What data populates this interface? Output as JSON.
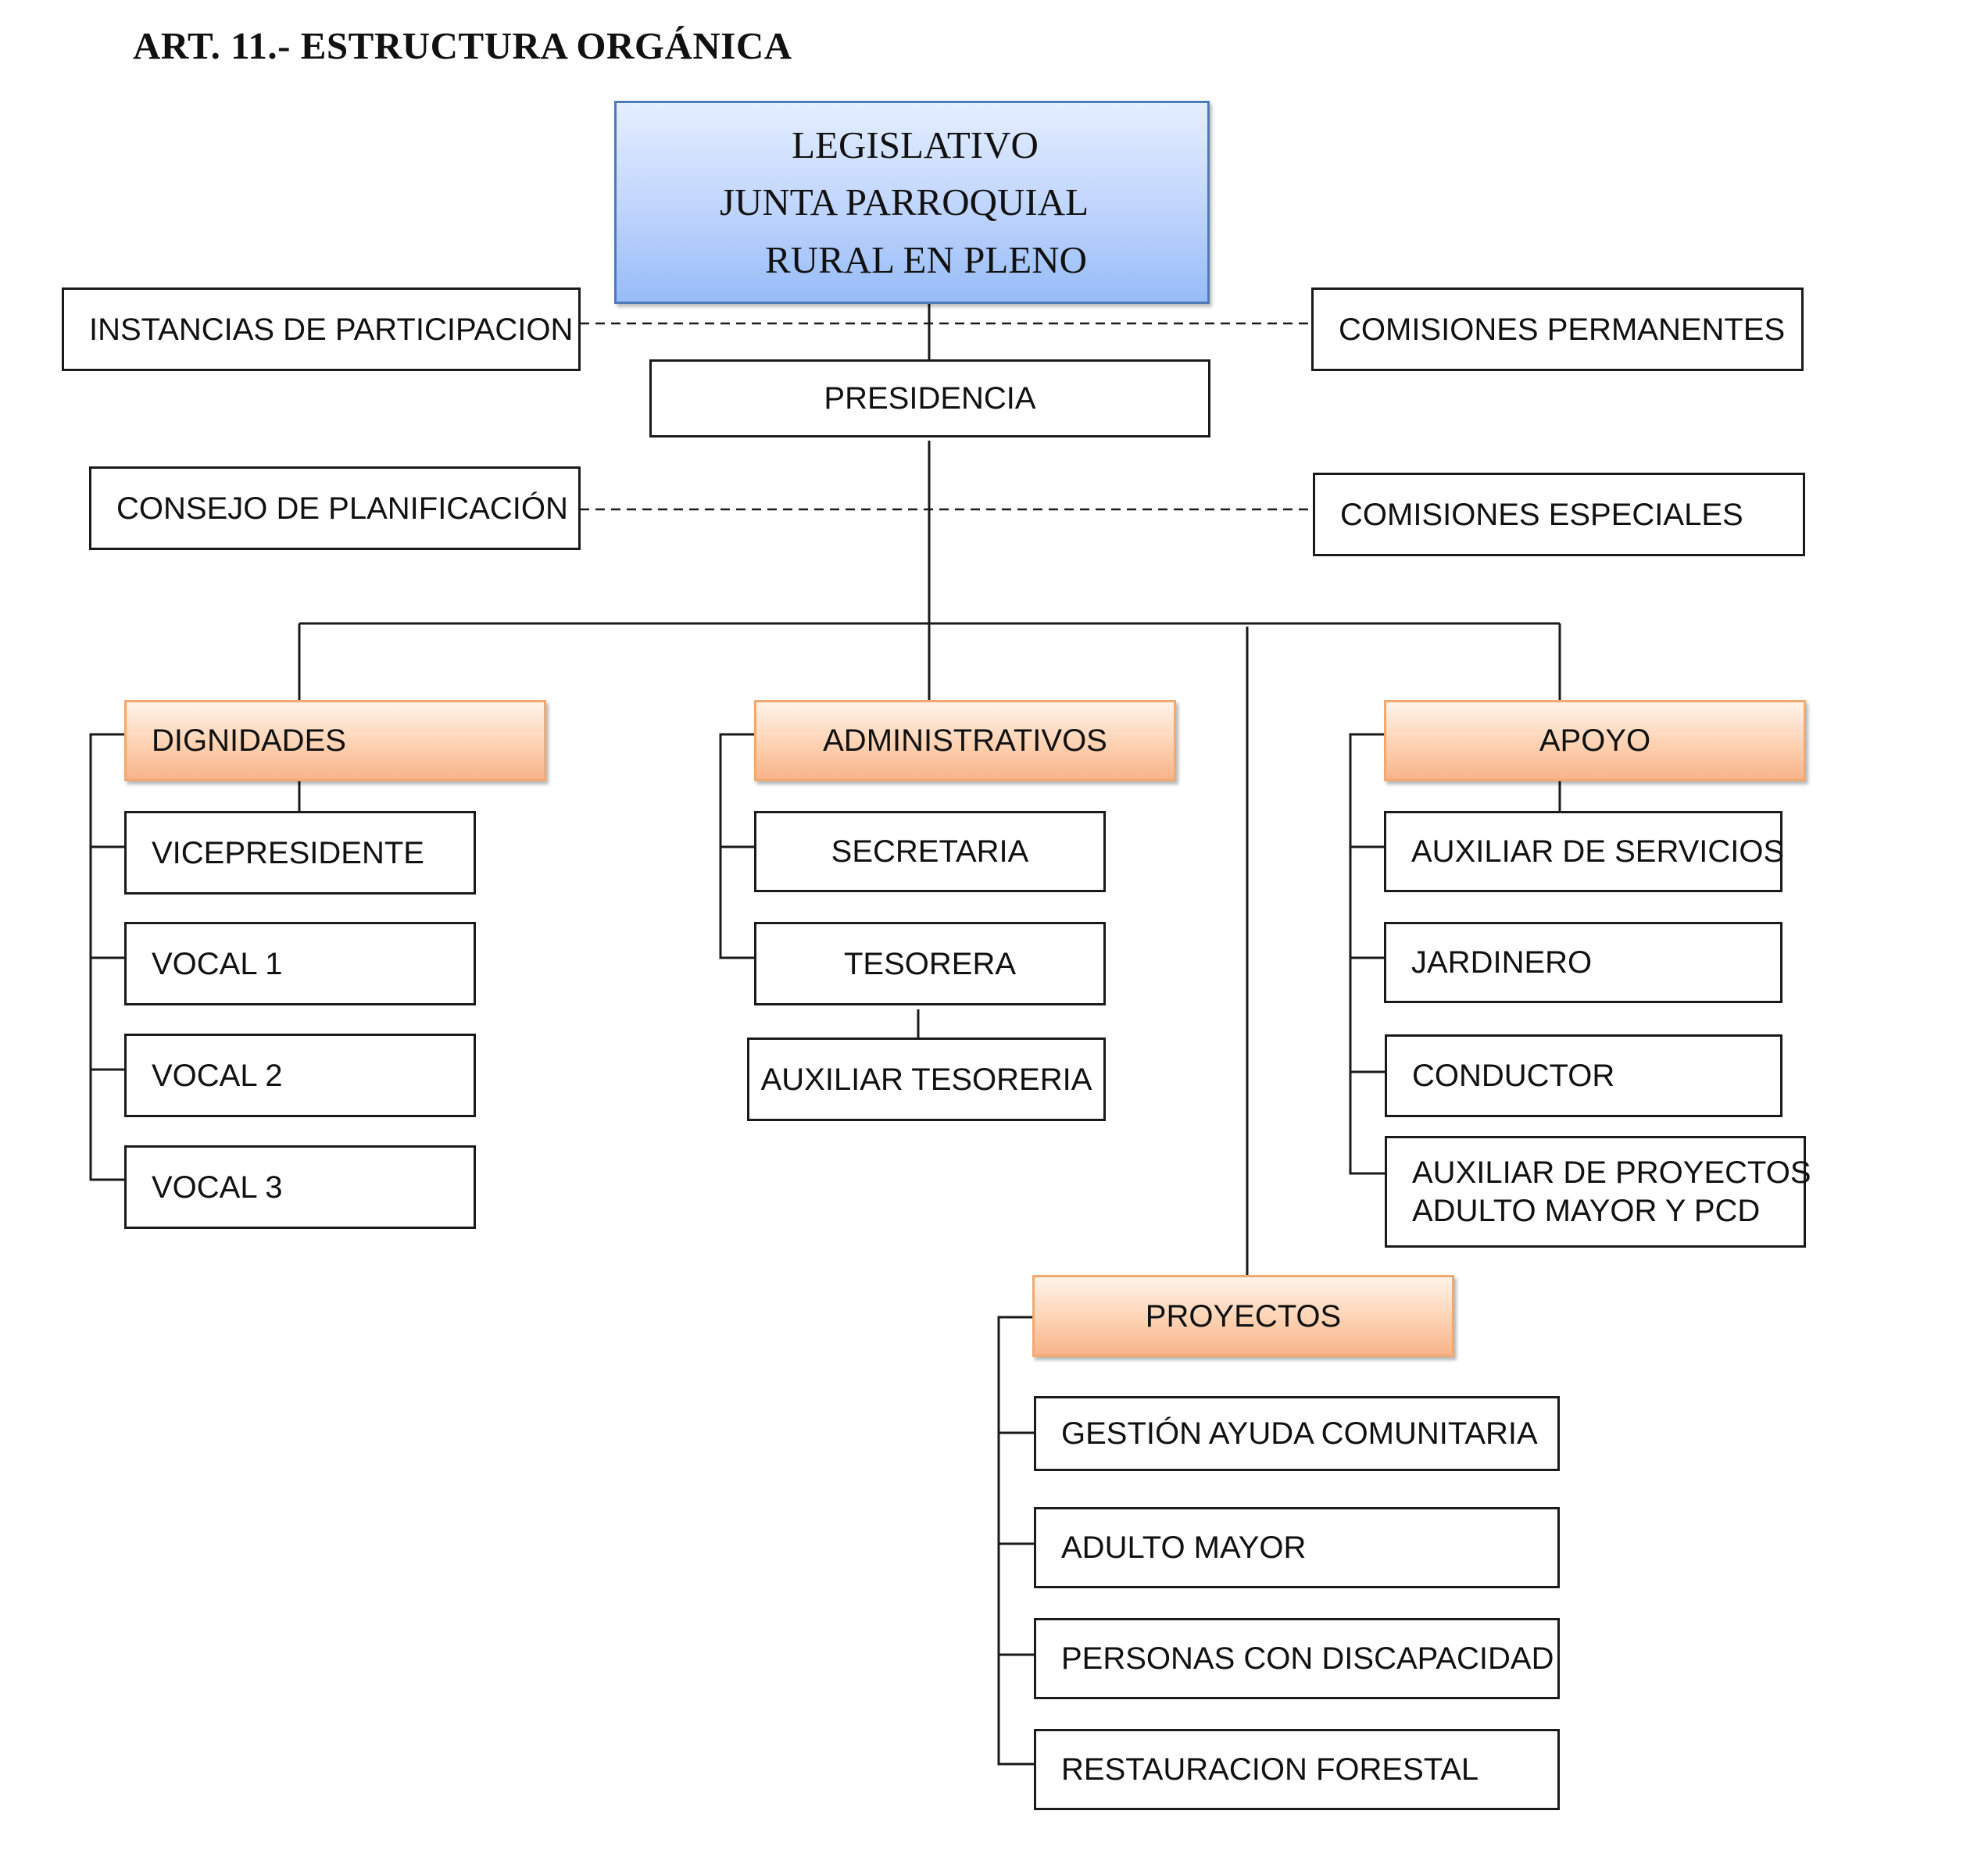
{
  "title": "ART. 11.- ESTRUCTURA ORGÁNICA",
  "top": {
    "lines": [
      "LEGISLATIVO",
      "JUNTA PARROQUIAL",
      "RURAL EN PLENO"
    ]
  },
  "side": {
    "instancias": "INSTANCIAS DE PARTICIPACION",
    "comisiones_permanentes": "COMISIONES PERMANENTES",
    "consejo": "CONSEJO DE PLANIFICACIÓN",
    "comisiones_especiales": "COMISIONES ESPECIALES"
  },
  "presidencia": "PRESIDENCIA",
  "dignidades": {
    "label": "DIGNIDADES",
    "items": [
      "VICEPRESIDENTE",
      "VOCAL 1",
      "VOCAL 2",
      "VOCAL 3"
    ]
  },
  "administrativos": {
    "label": "ADMINISTRATIVOS",
    "items": [
      "SECRETARIA",
      "TESORERA",
      "AUXILIAR TESORERIA"
    ]
  },
  "apoyo": {
    "label": "APOYO",
    "items": [
      "AUXILIAR DE SERVICIOS",
      "JARDINERO",
      "CONDUCTOR"
    ],
    "multiline_item": [
      "AUXILIAR DE PROYECTOS",
      "ADULTO MAYOR Y PCD"
    ]
  },
  "proyectos": {
    "label": "PROYECTOS",
    "items": [
      "GESTIÓN AYUDA COMUNITARIA",
      "ADULTO MAYOR",
      "PERSONAS CON DISCAPACIDAD",
      "RESTAURACION FORESTAL"
    ]
  }
}
